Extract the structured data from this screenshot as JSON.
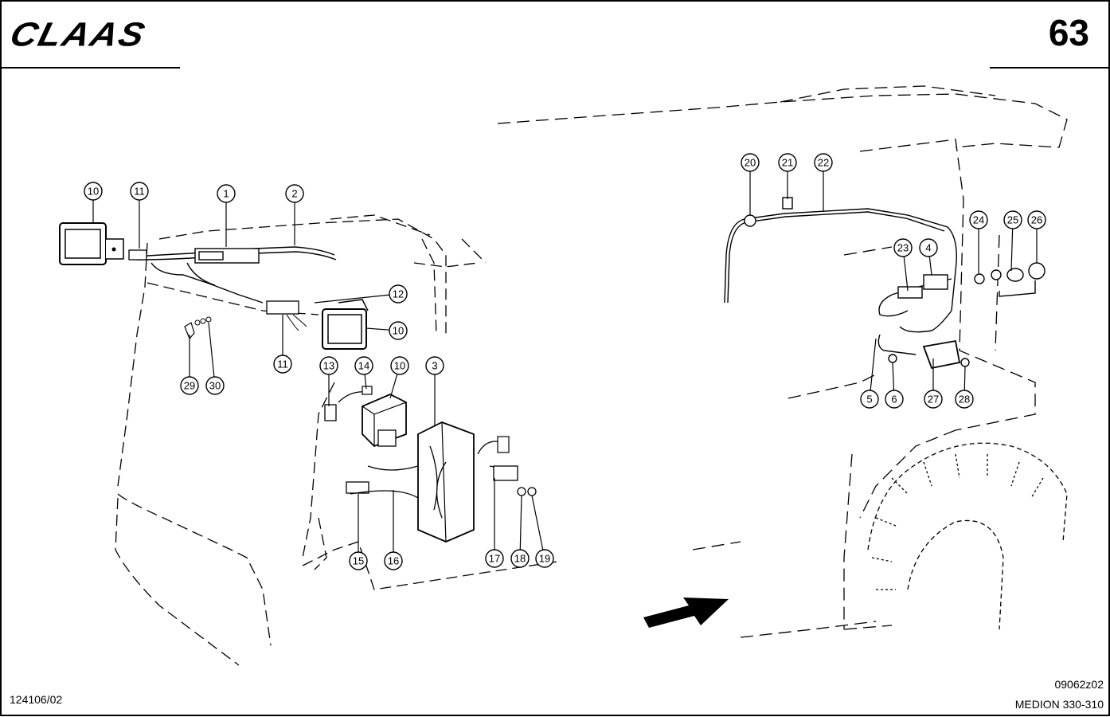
{
  "header": {
    "brand": "CLAAS",
    "page_number": "63"
  },
  "footer": {
    "doc_number": "124106/02",
    "drawing_code": "09062z02",
    "model": "MEDION 330-310"
  },
  "callouts": [
    {
      "id": "c10a",
      "label": "10"
    },
    {
      "id": "c11a",
      "label": "11"
    },
    {
      "id": "c1",
      "label": "1"
    },
    {
      "id": "c2",
      "label": "2"
    },
    {
      "id": "c12",
      "label": "12"
    },
    {
      "id": "c10b",
      "label": "10"
    },
    {
      "id": "c11b",
      "label": "11"
    },
    {
      "id": "c29",
      "label": "29"
    },
    {
      "id": "c30",
      "label": "30"
    },
    {
      "id": "c13",
      "label": "13"
    },
    {
      "id": "c14",
      "label": "14"
    },
    {
      "id": "c10c",
      "label": "10"
    },
    {
      "id": "c3",
      "label": "3"
    },
    {
      "id": "c15",
      "label": "15"
    },
    {
      "id": "c16",
      "label": "16"
    },
    {
      "id": "c17",
      "label": "17"
    },
    {
      "id": "c18",
      "label": "18"
    },
    {
      "id": "c19",
      "label": "19"
    },
    {
      "id": "c20",
      "label": "20"
    },
    {
      "id": "c21",
      "label": "21"
    },
    {
      "id": "c22",
      "label": "22"
    },
    {
      "id": "c23",
      "label": "23"
    },
    {
      "id": "c4",
      "label": "4"
    },
    {
      "id": "c24",
      "label": "24"
    },
    {
      "id": "c25",
      "label": "25"
    },
    {
      "id": "c26",
      "label": "26"
    },
    {
      "id": "c5",
      "label": "5"
    },
    {
      "id": "c6",
      "label": "6"
    },
    {
      "id": "c27",
      "label": "27"
    },
    {
      "id": "c28",
      "label": "28"
    }
  ]
}
